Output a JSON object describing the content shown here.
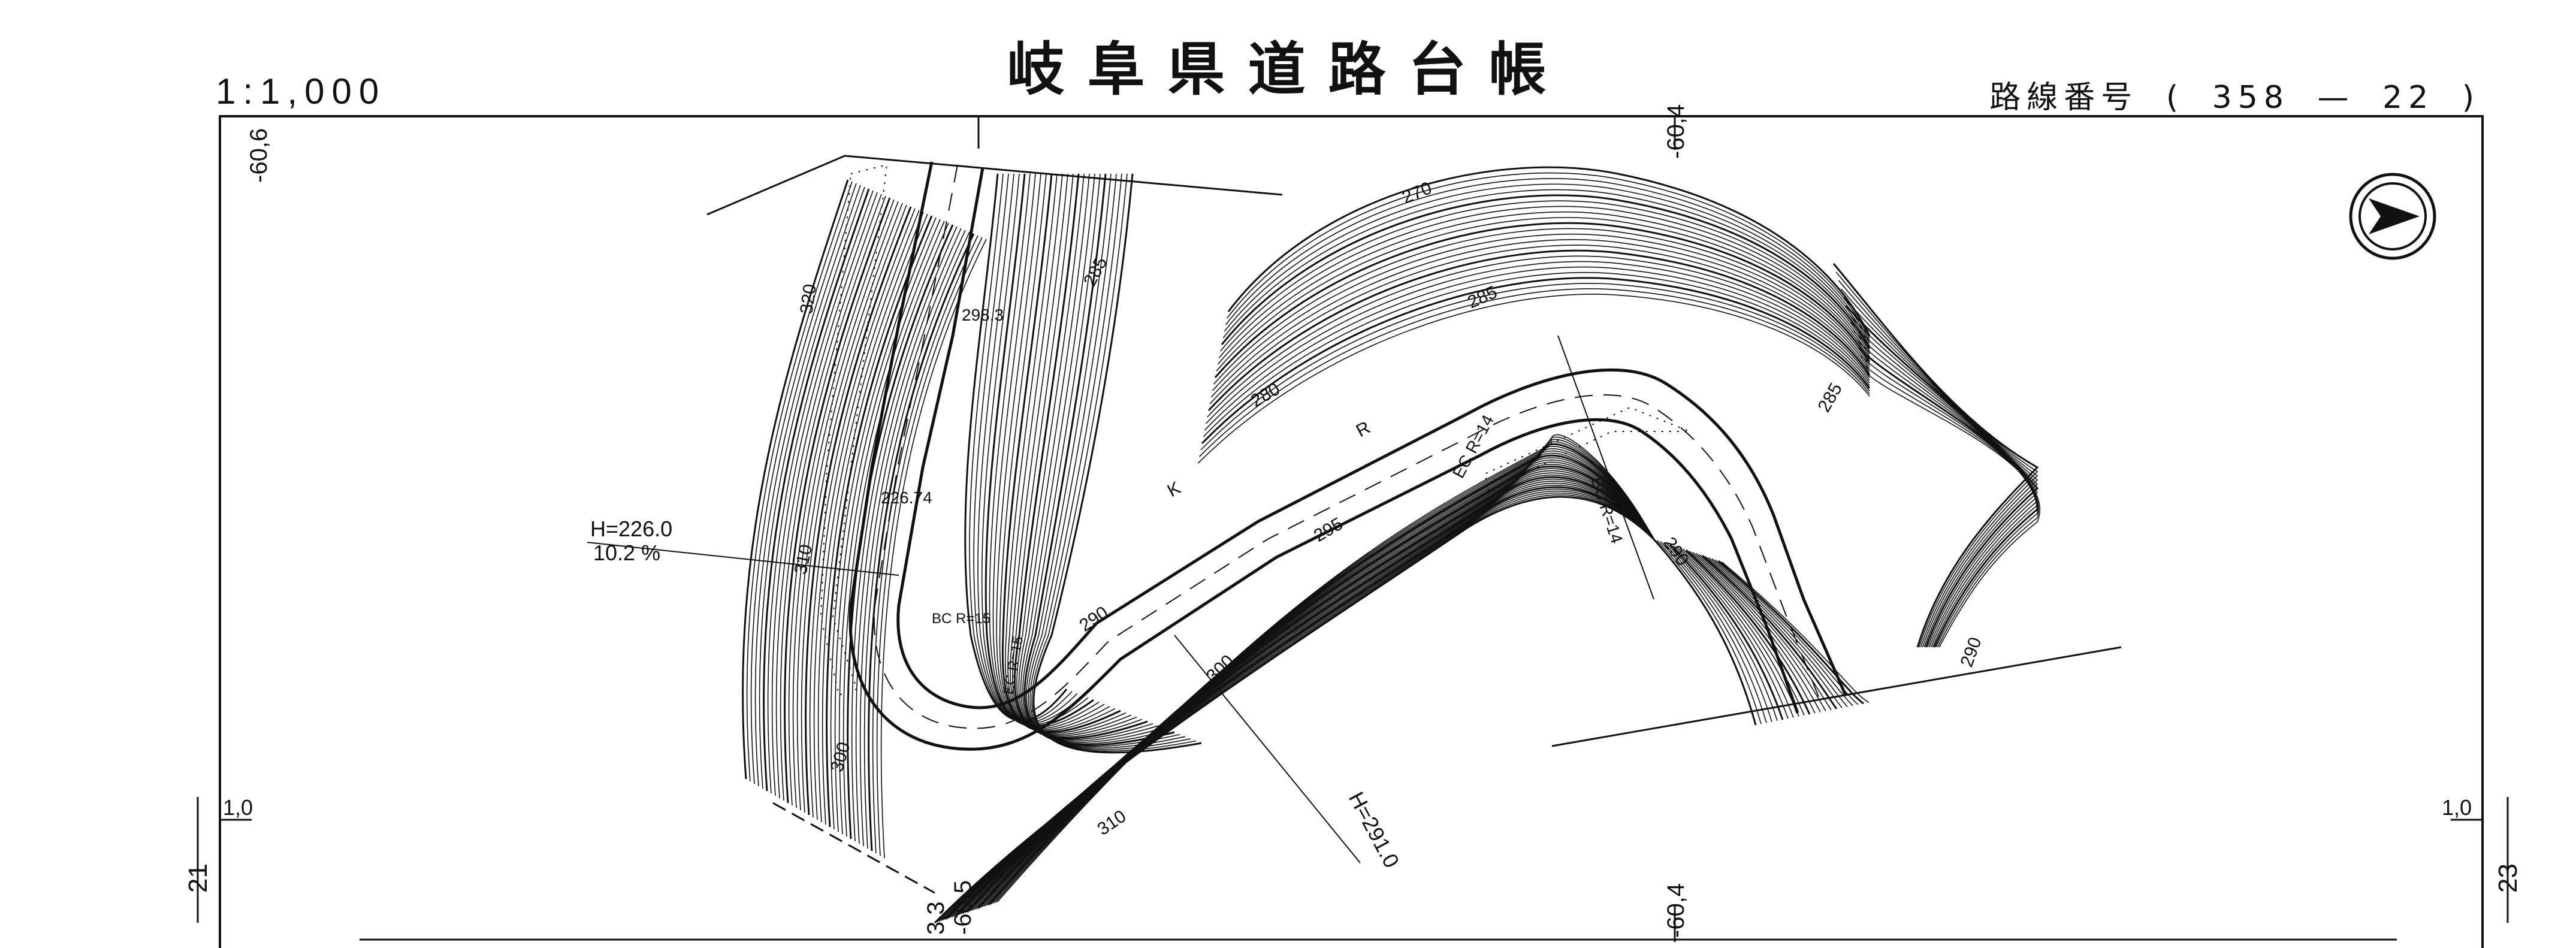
{
  "header": {
    "title": "岐阜県道路台帳",
    "scale": "1:1,000",
    "route_prefix": "路線番号",
    "route_open": "(",
    "route_number_a": "358",
    "route_dash": "—",
    "route_number_b": "22",
    "route_close": ")"
  },
  "sheet_labels": {
    "left_sheet": "21",
    "right_sheet": "23",
    "left_mid": "1,0",
    "right_mid": "1,0",
    "grid_top_left": "-60,6",
    "grid_top_center": "-60,4",
    "grid_bottom_center": "-60,4",
    "grid_bottom_left": "-60,5",
    "grid_bottom_left2": "3,3"
  },
  "annotations": {
    "h_left": "H=226.0",
    "grade_left": "10.2 %",
    "h_bottom": "H=291.0",
    "spot_a": "298.3",
    "spot_b": "226.74",
    "bc_left": "BC R=15",
    "ec_left": "EC R=15",
    "bc_right": "BC R=14",
    "ec_right": "EC R=14",
    "k_mark": "K",
    "r_mark": "R"
  },
  "contour_labels": [
    "270",
    "285",
    "280",
    "285",
    "290",
    "295",
    "300",
    "310",
    "320",
    "310",
    "300",
    "285",
    "290",
    "290"
  ],
  "north_arrow": "north-arrow-icon",
  "colors": {
    "ink": "#111111",
    "paper": "#ffffff"
  }
}
